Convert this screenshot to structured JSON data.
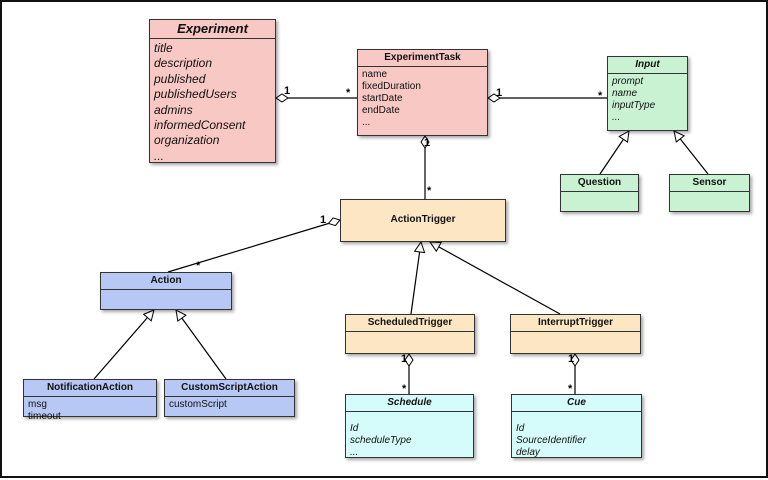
{
  "classes": {
    "experiment": {
      "title": "Experiment",
      "attrs": [
        "title",
        "description",
        "published",
        "publishedUsers",
        "admins",
        "informedConsent",
        "organization",
        "..."
      ]
    },
    "experiment_task": {
      "title": "ExperimentTask",
      "attrs": [
        "name",
        "fixedDuration",
        "startDate",
        "endDate",
        "..."
      ]
    },
    "input": {
      "title": "Input",
      "attrs": [
        "prompt",
        "name",
        "inputType",
        "..."
      ]
    },
    "question": {
      "title": "Question"
    },
    "sensor": {
      "title": "Sensor"
    },
    "action_trigger": {
      "title": "ActionTrigger"
    },
    "action": {
      "title": "Action"
    },
    "notification_action": {
      "title": "NotificationAction",
      "attrs": [
        "msg",
        "timeout"
      ]
    },
    "custom_script_action": {
      "title": "CustomScriptAction",
      "attrs": [
        "customScript"
      ]
    },
    "scheduled_trigger": {
      "title": "ScheduledTrigger"
    },
    "interrupt_trigger": {
      "title": "InterruptTrigger"
    },
    "schedule": {
      "title": "Schedule",
      "attrs": [
        "Id",
        "scheduleType",
        "..."
      ]
    },
    "cue": {
      "title": "Cue",
      "attrs": [
        "Id",
        "SourceIdentifier",
        "delay"
      ]
    }
  },
  "multiplicities": {
    "exp_task_one": "1",
    "exp_task_many": "*",
    "task_input_one": "1",
    "task_input_many": "*",
    "task_trigger_one": "1",
    "task_trigger_many": "*",
    "trigger_action_one": "1",
    "trigger_action_many": "*",
    "sched_one": "1",
    "sched_many": "*",
    "intr_one": "1",
    "intr_many": "*"
  },
  "colors": {
    "pink": "#f7c8c4",
    "orange": "#fde6c4",
    "green": "#c9f2d2",
    "blue": "#b8c8f5",
    "cyan": "#d6fbfb"
  }
}
